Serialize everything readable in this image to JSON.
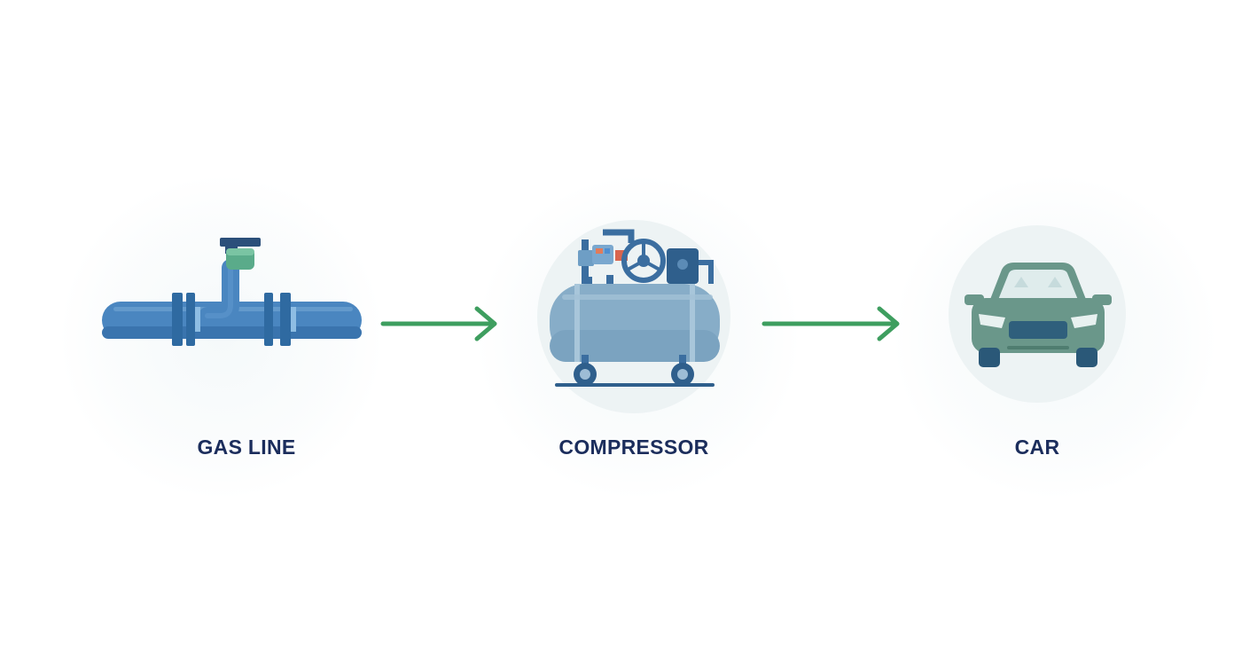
{
  "diagram": {
    "nodes": [
      {
        "id": "gas_line",
        "label": "GAS LINE",
        "icon": "gas-pipe-icon"
      },
      {
        "id": "compressor",
        "label": "COMPRESSOR",
        "icon": "air-compressor-icon"
      },
      {
        "id": "car",
        "label": "CAR",
        "icon": "car-icon"
      }
    ],
    "edges": [
      {
        "from": "gas_line",
        "to": "compressor"
      },
      {
        "from": "compressor",
        "to": "car"
      }
    ],
    "colors": {
      "arrow": "#3e9e5f",
      "label": "#1b2d5c",
      "pipe": "#4a86c0",
      "pipe_dark": "#2f6aa1",
      "valve": "#5aab8a",
      "compressor_tank": "#87adc8",
      "car_body": "#6a978a",
      "disc": "#edf3f4"
    }
  }
}
